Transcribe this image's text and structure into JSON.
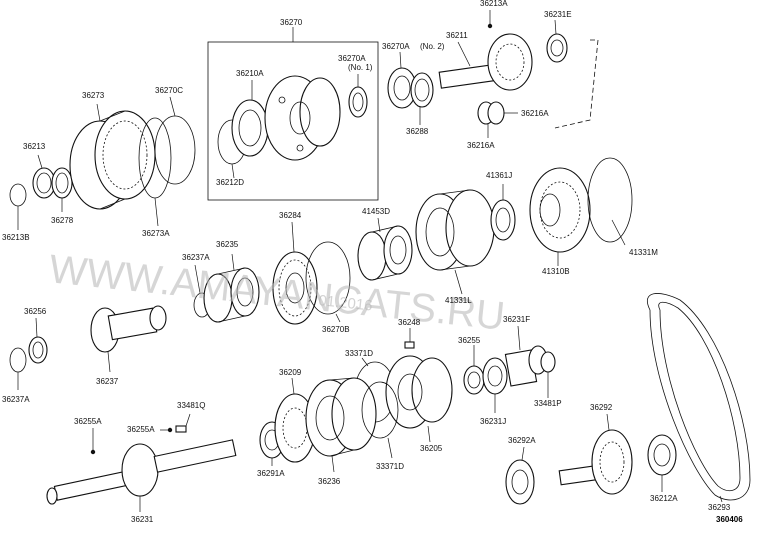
{
  "diagram": {
    "drawing_code": "360406",
    "watermark": "WWW.AMAYANCATS.RU",
    "watermark_date": "01.2016"
  },
  "labels": [
    {
      "id": "l1",
      "text": "36213A"
    },
    {
      "id": "l2",
      "text": "36231E"
    },
    {
      "id": "l3",
      "text": "36270"
    },
    {
      "id": "l4",
      "text": "36211"
    },
    {
      "id": "l5",
      "text": "36270A"
    },
    {
      "id": "l6",
      "text": "(No. 2)"
    },
    {
      "id": "l7",
      "text": "36270A"
    },
    {
      "id": "l8",
      "text": "(No. 1)"
    },
    {
      "id": "l9",
      "text": "36210A"
    },
    {
      "id": "l10",
      "text": "36273"
    },
    {
      "id": "l11",
      "text": "36270C"
    },
    {
      "id": "l12",
      "text": "36288"
    },
    {
      "id": "l13",
      "text": "36216A"
    },
    {
      "id": "l14",
      "text": "36216A"
    },
    {
      "id": "l15",
      "text": "36213"
    },
    {
      "id": "l16",
      "text": "36212D"
    },
    {
      "id": "l17",
      "text": "41361J"
    },
    {
      "id": "l18",
      "text": "36278"
    },
    {
      "id": "l19",
      "text": "36213B"
    },
    {
      "id": "l20",
      "text": "36273A"
    },
    {
      "id": "l21",
      "text": "41453D"
    },
    {
      "id": "l22",
      "text": "36284"
    },
    {
      "id": "l23",
      "text": "36235"
    },
    {
      "id": "l24",
      "text": "36237A"
    },
    {
      "id": "l25",
      "text": "41331M"
    },
    {
      "id": "l26",
      "text": "41310B"
    },
    {
      "id": "l27",
      "text": "41331L"
    },
    {
      "id": "l28",
      "text": "36256"
    },
    {
      "id": "l29",
      "text": "36270B"
    },
    {
      "id": "l30",
      "text": "36248"
    },
    {
      "id": "l31",
      "text": "36231F"
    },
    {
      "id": "l32",
      "text": "36255"
    },
    {
      "id": "l33",
      "text": "33371D"
    },
    {
      "id": "l34",
      "text": "36237A"
    },
    {
      "id": "l35",
      "text": "36237"
    },
    {
      "id": "l36",
      "text": "36209"
    },
    {
      "id": "l37",
      "text": "33481P"
    },
    {
      "id": "l38",
      "text": "36231J"
    },
    {
      "id": "l39",
      "text": "36292"
    },
    {
      "id": "l40",
      "text": "36255A"
    },
    {
      "id": "l41",
      "text": "33481Q"
    },
    {
      "id": "l42",
      "text": "36255A"
    },
    {
      "id": "l43",
      "text": "36205"
    },
    {
      "id": "l44",
      "text": "33371D"
    },
    {
      "id": "l45",
      "text": "36291A"
    },
    {
      "id": "l46",
      "text": "36236"
    },
    {
      "id": "l47",
      "text": "36292A"
    },
    {
      "id": "l48",
      "text": "36231"
    },
    {
      "id": "l49",
      "text": "36212A"
    },
    {
      "id": "l50",
      "text": "36293"
    }
  ]
}
